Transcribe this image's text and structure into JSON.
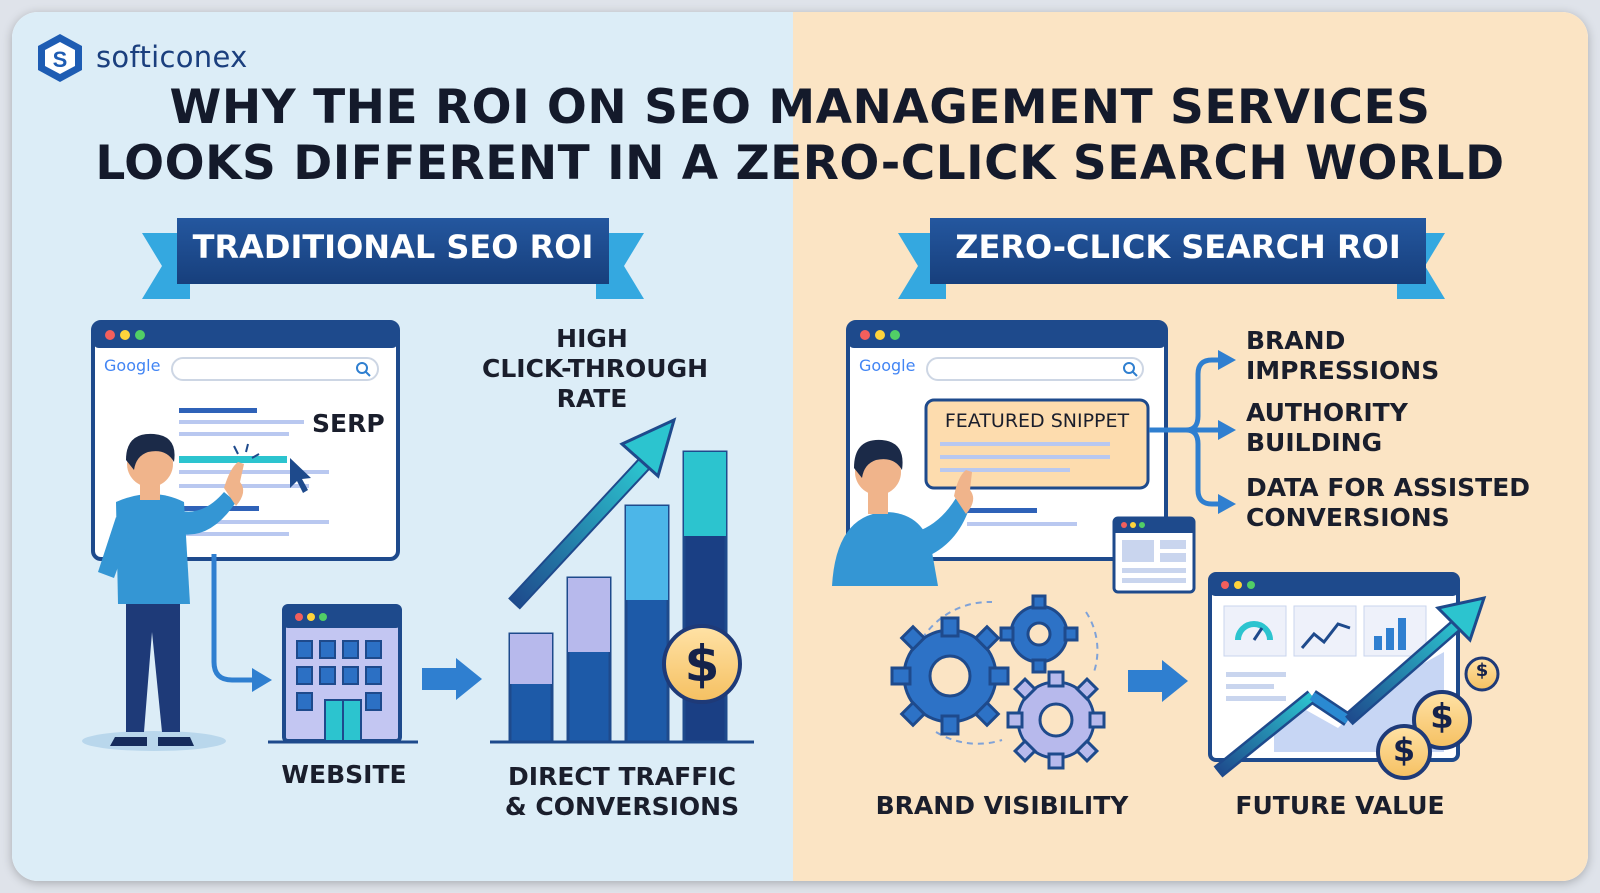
{
  "brand": {
    "name": "softiconex",
    "logo_icon": "hexagon-s-logo"
  },
  "title": {
    "line1": "WHY THE ROI ON SEO MANAGEMENT SERVICES",
    "line2": "LOOKS DIFFERENT IN A ZERO-CLICK SEARCH WORLD"
  },
  "left": {
    "heading": "TRADITIONAL SEO ROI",
    "browser_logo": "Google",
    "serp_label": "SERP",
    "ctr_label": [
      "HIGH",
      "CLICK-THROUGH",
      "RATE"
    ],
    "website_label": "WEBSITE",
    "traffic_label": [
      "DIRECT TRAFFIC",
      "& CONVERSIONS"
    ],
    "coin_symbol": "$"
  },
  "right": {
    "heading": "ZERO-CLICK SEARCH ROI",
    "browser_logo": "Google",
    "snippet_label": "FEATURED SNIPPET",
    "outcomes": [
      [
        "BRAND",
        "IMPRESSIONS"
      ],
      [
        "AUTHORITY",
        "BUILDING"
      ],
      [
        "DATA FOR ASSISTED",
        "CONVERSIONS"
      ]
    ],
    "visibility_label": "BRAND VISIBILITY",
    "future_label": "FUTURE VALUE",
    "coin_symbol": "$"
  },
  "colors": {
    "left_bg": "#dcedf7",
    "right_bg": "#fbe4c4",
    "navy": "#1e4a8c",
    "teal": "#2cc4cf",
    "accent_blue": "#2f7fd0"
  }
}
